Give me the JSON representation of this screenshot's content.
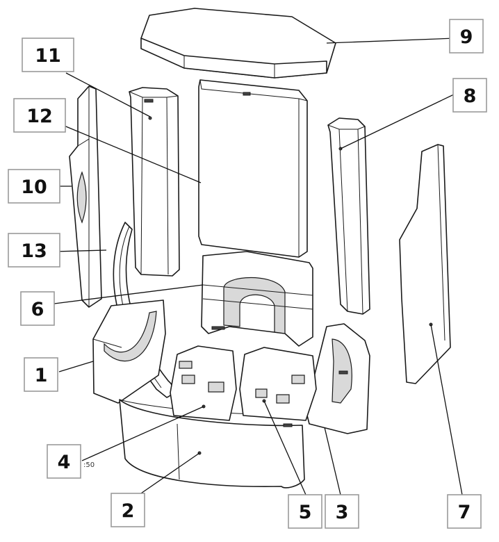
{
  "labels": {
    "p1": "1",
    "p2": "2",
    "p3": "3",
    "p4": "4",
    "p5": "5",
    "p6": "6",
    "p7": "7",
    "p8": "8",
    "p9": "9",
    "p10": "10",
    "p11": "11",
    "p12": "12",
    "p13": "13"
  },
  "scale_note": ":50",
  "colors": {
    "line": "#1a1a1a",
    "box_border": "#9a9a9a",
    "background": "#ffffff"
  }
}
